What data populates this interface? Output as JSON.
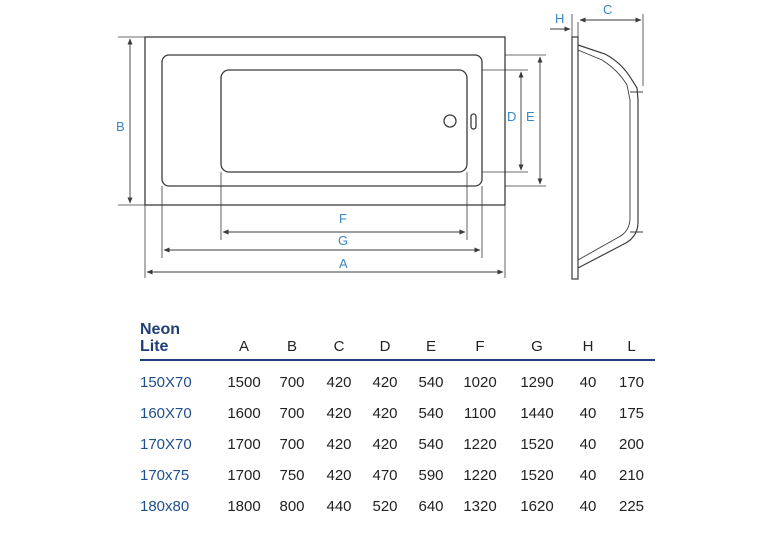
{
  "diagram": {
    "labels": {
      "A": "A",
      "B": "B",
      "C": "C",
      "D": "D",
      "E": "E",
      "F": "F",
      "G": "G",
      "H": "H"
    },
    "colors": {
      "line": "#3b3b3b",
      "dim": "#3a86c4",
      "table_rule": "#1f3f76",
      "model_text": "#1f4f8f"
    }
  },
  "table": {
    "title_line1": "Neon",
    "title_line2": "Lite",
    "columns": [
      "A",
      "B",
      "C",
      "D",
      "E",
      "F",
      "G",
      "H",
      "L"
    ],
    "rows": [
      {
        "model": "150X70",
        "values": [
          "1500",
          "700",
          "420",
          "420",
          "540",
          "1020",
          "1290",
          "40",
          "170"
        ]
      },
      {
        "model": "160X70",
        "values": [
          "1600",
          "700",
          "420",
          "420",
          "540",
          "1100",
          "1440",
          "40",
          "175"
        ]
      },
      {
        "model": "170X70",
        "values": [
          "1700",
          "700",
          "420",
          "420",
          "540",
          "1220",
          "1520",
          "40",
          "200"
        ]
      },
      {
        "model": "170x75",
        "values": [
          "1700",
          "750",
          "420",
          "470",
          "590",
          "1220",
          "1520",
          "40",
          "210"
        ]
      },
      {
        "model": "180x80",
        "values": [
          "1800",
          "800",
          "440",
          "520",
          "640",
          "1320",
          "1620",
          "40",
          "225"
        ]
      }
    ]
  }
}
